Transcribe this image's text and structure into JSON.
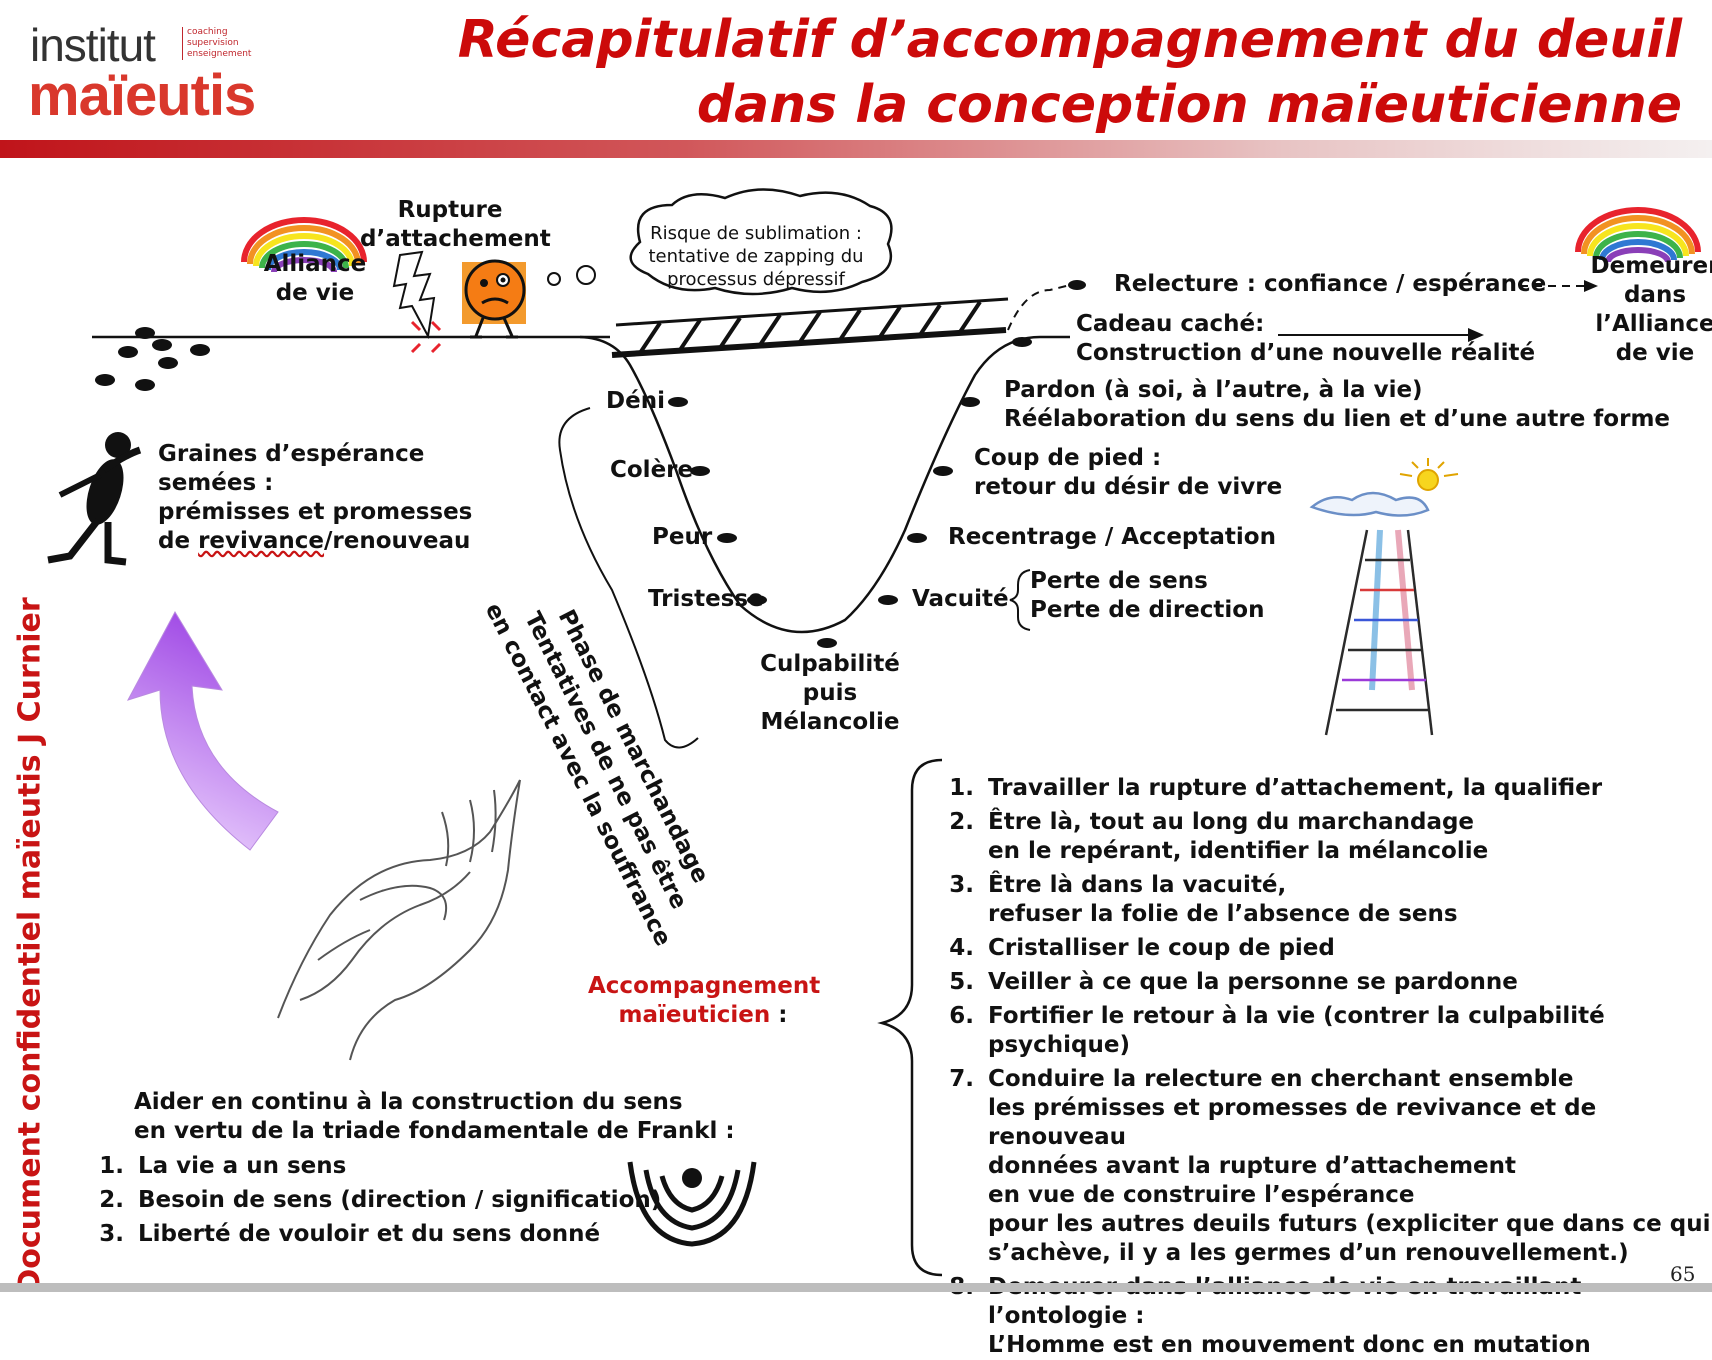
{
  "logo": {
    "top": "institut",
    "small_lines": [
      "coaching",
      "supervision",
      "enseignement"
    ],
    "main": "maïeutis"
  },
  "title": {
    "line1": "Récapitulatif d’accompagnement du deuil",
    "line2": "dans la conception maïeuticienne"
  },
  "sideways_note": "Document confidentiel maïeutis J Curnier",
  "page_number": "65",
  "diagram": {
    "alliance_left": {
      "line1": "Alliance",
      "line2": "de vie"
    },
    "rupture": {
      "line1": "Rupture",
      "line2": "d’attachement"
    },
    "cloud": {
      "line1": "Risque de sublimation :",
      "line2": "tentative de zapping du",
      "line3": "processus dépressif"
    },
    "relecture": "Relecture : confiance / espérance",
    "demeurer": {
      "line1": "Demeurer",
      "line2": "dans",
      "line3": "l’Alliance",
      "line4": "de vie"
    },
    "cadeau": {
      "line1": "Cadeau caché:",
      "line2": "Construction d’une nouvelle réalité"
    },
    "pardon": {
      "line1": "Pardon (à soi, à l’autre, à la vie)",
      "line2": "Réélaboration du sens du lien et d’une autre forme"
    },
    "coup_de_pied": {
      "line1": "Coup de pied :",
      "line2": "retour du désir de vivre"
    },
    "recentrage": "Recentrage / Acceptation",
    "vacuite": {
      "label": "Vacuité",
      "line1": "Perte de sens",
      "line2": "Perte de direction"
    },
    "left_stages": {
      "deni": "Déni",
      "colere": "Colère",
      "peur": "Peur",
      "tristesse": "Tristesse"
    },
    "bottom": {
      "line1": "Culpabilité",
      "line2": "puis",
      "line3": "Mélancolie"
    },
    "marchandage": {
      "line1": "Phase de marchandage",
      "line2": "Tentatives de ne pas être",
      "line3": "en contact avec la souffrance"
    },
    "graines": {
      "line1": "Graines d’espérance",
      "line2": "semées :",
      "line3": "prémisses et promesses",
      "line4_pre": "de ",
      "line4_wavy": "revivance",
      "line4_post": "/renouveau"
    }
  },
  "accompagnement": {
    "line1": "Accompagnement",
    "line2_red": "maïeuticien",
    "line2_rest": " :"
  },
  "steps": [
    "Travailler la rupture d’attachement, la qualifier",
    "Être là, tout au long du marchandage\nen le repérant, identifier la mélancolie",
    "Être là dans la vacuité,\nrefuser la folie de l’absence de sens",
    "Cristalliser le coup de pied",
    "Veiller à ce que la personne se pardonne",
    "Fortifier le retour à la vie (contrer la culpabilité psychique)",
    "Conduire la relecture en cherchant ensemble\nles prémisses et promesses de revivance et de renouveau\ndonnées avant la rupture d’attachement\nen vue de construire l’espérance\npour les autres deuils futurs (expliciter que dans ce qui\ns’achève, il y a les germes d’un renouvellement.)",
    "Demeurer dans l’alliance de vie en travaillant l’ontologie :\nL’Homme est en mouvement donc en mutation"
  ],
  "frankl": {
    "intro1": "Aider en continu à la construction du sens",
    "intro2": "en vertu de la triade fondamentale de Frankl :",
    "items": [
      "La vie a un sens",
      "Besoin de sens (direction / signification)",
      "Liberté de vouloir et du sens donné"
    ]
  },
  "colors": {
    "title_red": "#cc0a0a",
    "accent_red": "#c81414",
    "purple_arrow": "#b069e8"
  },
  "icons": [
    "rainbow-icon",
    "lightning-icon",
    "sad-face-icon",
    "ladder-icon",
    "hands-icon",
    "sower-icon",
    "purple-arrow-icon",
    "ripple-icon",
    "sun-icon"
  ]
}
